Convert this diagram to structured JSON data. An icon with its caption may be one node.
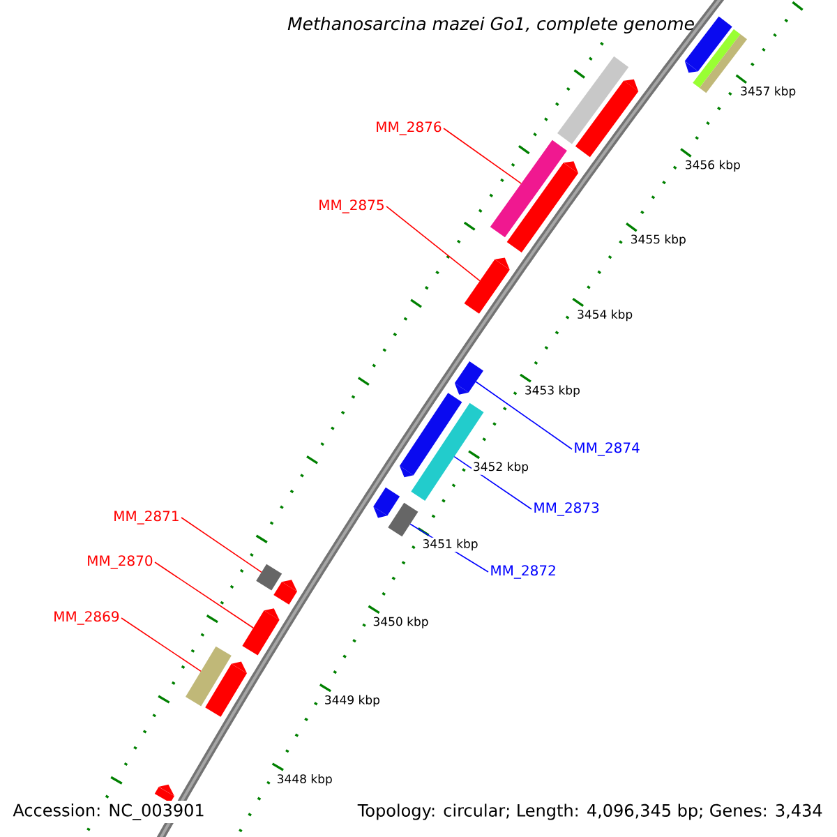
{
  "diagram": {
    "title": "Methanosarcina mazei Go1, complete genome",
    "nodes": [
      {
        "text": [],
        "shape": "bar"
      },
      {
        "text": [],
        "shape": "bar"
      },
      {
        "text": [],
        "shape": "bar"
      },
      {
        "text": [],
        "shape": "bar"
      },
      {
        "text": [],
        "shape": "bar"
      },
      {
        "text": [
          "MM_2876"
        ]
      },
      {
        "text": [],
        "shape": "bar"
      },
      {
        "text": [],
        "shape": "bar"
      },
      {
        "text": [
          "MM_2875"
        ]
      },
      {
        "text": [],
        "shape": "bar"
      },
      {
        "text": [],
        "shape": "bar"
      },
      {
        "text": [
          "MM_2874"
        ]
      },
      {
        "text": [],
        "shape": "bar"
      },
      {
        "text": [],
        "shape": "bar"
      },
      {
        "text": [],
        "shape": "bar"
      },
      {
        "text": [
          "MM_2873"
        ]
      },
      {
        "text": [],
        "shape": "bar"
      },
      {
        "text": [
          "MM_2871"
        ]
      },
      {
        "text": [
          "MM_2872"
        ]
      },
      {
        "text": [],
        "shape": "bar"
      },
      {
        "text": [
          "MM_2870"
        ]
      },
      {
        "text": [],
        "shape": "bar"
      },
      {
        "text": [],
        "shape": "bar"
      },
      {
        "text": [
          "MM_2869"
        ]
      },
      {
        "text": [],
        "shape": "bar"
      },
      {
        "text": [],
        "shape": "bar"
      },
      {
        "text": [],
        "shape": "bar"
      }
    ],
    "edges": [
      {
        "from": 5,
        "to": 6,
        "arrow": "none"
      },
      {
        "from": 8,
        "to": 9,
        "arrow": "none"
      },
      {
        "from": 11,
        "to": 10,
        "arrow": "none",
        "color": "#0000ff"
      },
      {
        "from": 15,
        "to": 13,
        "arrow": "none",
        "color": "#0000ff"
      },
      {
        "from": 18,
        "to": 16,
        "arrow": "none",
        "color": "#0000ff"
      },
      {
        "from": 17,
        "to": 19,
        "arrow": "none"
      },
      {
        "from": 20,
        "to": 22,
        "arrow": "none"
      },
      {
        "from": 23,
        "to": 24,
        "arrow": "none"
      }
    ],
    "labels": [
      "3457 kbp",
      "3456 kbp",
      "3455 kbp",
      "3454 kbp",
      "3453 kbp",
      "3452 kbp",
      "3451 kbp",
      "3450 kbp",
      "3449 kbp",
      "3448 kbp",
      "Accession: NC_003901",
      "Topology: circular; Length: 4,096,345 bp; Genes: 3,434"
    ]
  }
}
